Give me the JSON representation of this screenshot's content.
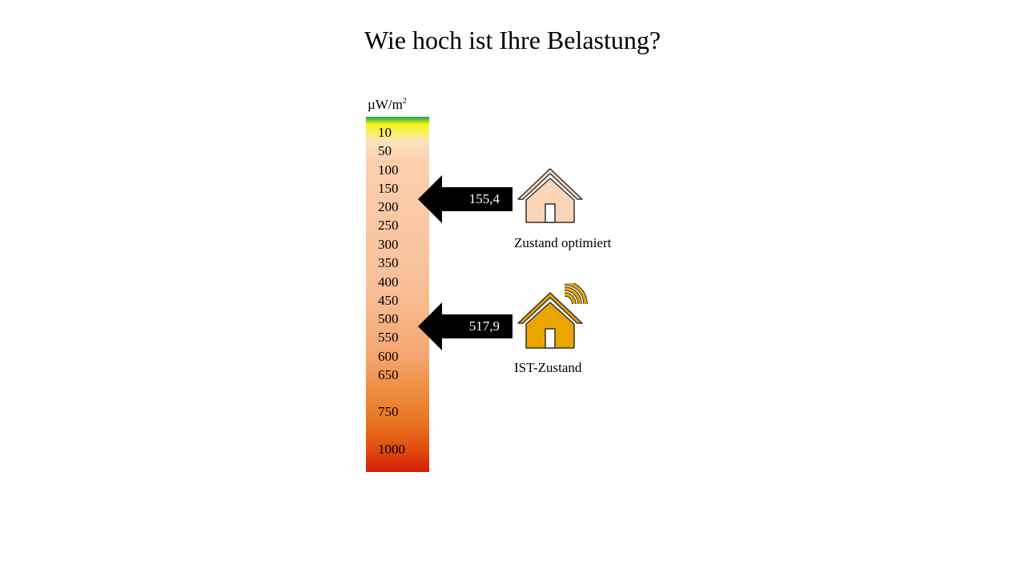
{
  "slide": {
    "title": "Wie hoch ist Ihre Belastung?"
  },
  "scale": {
    "unit_base": "µW/m",
    "unit_exponent": "2",
    "ticks": [
      "10",
      "50",
      "100",
      "150",
      "200",
      "250",
      "300",
      "350",
      "400",
      "450",
      "500",
      "550",
      "600",
      "650",
      "750",
      "1000"
    ],
    "colors": {
      "top": "#1aa34a",
      "low": "#f4f21a",
      "mid": "#f8c09a",
      "high": "#e8721f",
      "bottom": "#d61c0a"
    }
  },
  "readings": [
    {
      "value": "155,4",
      "caption": "Zustand optimiert",
      "icon": "house-icon",
      "house_color": "#fbd3b5"
    },
    {
      "value": "517,9",
      "caption": "IST-Zustand",
      "icon": "house-wifi-icon",
      "house_color": "#e9a500"
    }
  ],
  "arrow_color": "#000000"
}
